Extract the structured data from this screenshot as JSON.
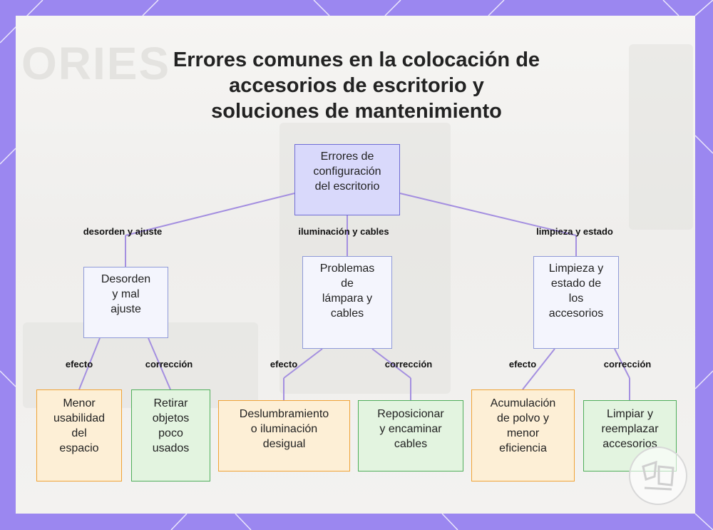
{
  "title": {
    "line1": "Errores comunes en la colocación de",
    "line2": "accesorios de escritorio y",
    "line3": "soluciones de mantenimiento"
  },
  "background": {
    "word": "ORIES"
  },
  "root": {
    "lines": [
      "Errores de",
      "configuración",
      "del escritorio"
    ]
  },
  "edges": {
    "left": "desorden y ajuste",
    "middle": "iluminación y cables",
    "right": "limpieza y estado"
  },
  "categories": [
    {
      "lines": [
        "Desorden",
        "y mal",
        "ajuste"
      ]
    },
    {
      "lines": [
        "Problemas",
        "de",
        "lámpara y",
        "cables"
      ]
    },
    {
      "lines": [
        "Limpieza y",
        "estado de",
        "los",
        "accesorios"
      ]
    }
  ],
  "leaf_edge_labels": {
    "effect": "efecto",
    "correction": "corrección"
  },
  "leaves": {
    "c0_effect": [
      "Menor",
      "usabilidad",
      "del",
      "espacio"
    ],
    "c0_fix": [
      "Retirar",
      "objetos",
      "poco",
      "usados"
    ],
    "c1_effect": [
      "Deslumbramiento",
      "o iluminación",
      "desigual"
    ],
    "c1_fix": [
      "Reposicionar",
      "y encaminar",
      "cables"
    ],
    "c2_effect": [
      "Acumulación",
      "de polvo y",
      "menor",
      "eficiencia"
    ],
    "c2_fix": [
      "Limpiar y",
      "reemplazar",
      "accesorios"
    ]
  },
  "colors": {
    "frame": "#9b87f0",
    "connector": "#a48fe0",
    "root_fill": "#d9d9fb",
    "effect_fill": "#fdefd6",
    "effect_border": "#f0a336",
    "fix_fill": "#e3f4e0",
    "fix_border": "#4fae5a"
  }
}
